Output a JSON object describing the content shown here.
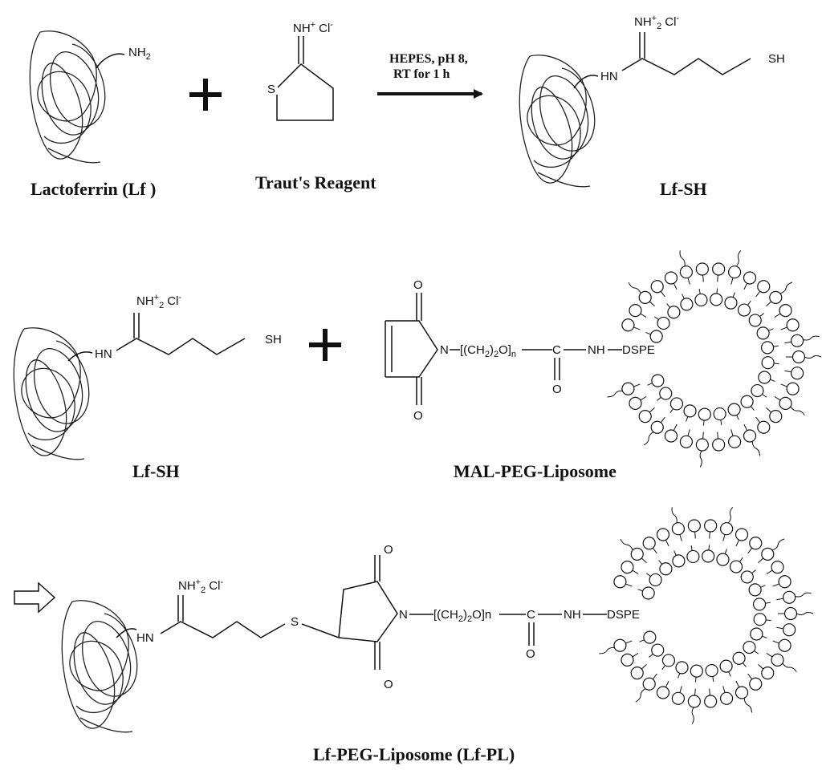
{
  "reagents": {
    "nh2": "NH",
    "nh2_sub": "2",
    "imine": "NH",
    "imine_sup": "+",
    "imine_sub": "2",
    "chloride": "Cl",
    "chloride_sup": "-",
    "s_ring": "S",
    "hn": "HN",
    "sh": "SH",
    "o": "O",
    "n": "N",
    "c": "C",
    "nh": "NH",
    "dspe": "DSPE",
    "s_link": "S",
    "peg_text": "[(CH",
    "peg_sub": "2",
    "peg_mid": ")",
    "peg_end": "O]",
    "peg_n_sub": "n",
    "peg_n_inline": "n"
  },
  "conditions": {
    "line1": "HEPES, pH 8,",
    "line2": "RT for 1 h"
  },
  "captions": {
    "lactoferrin": "Lactoferrin (Lf )",
    "trauts": "Traut's Reagent",
    "lfsh_top": "Lf-SH",
    "lfsh_mid": "Lf-SH",
    "mal_peg": "MAL-PEG-Liposome",
    "lf_pl": "Lf-PEG-Liposome (Lf-PL)"
  }
}
